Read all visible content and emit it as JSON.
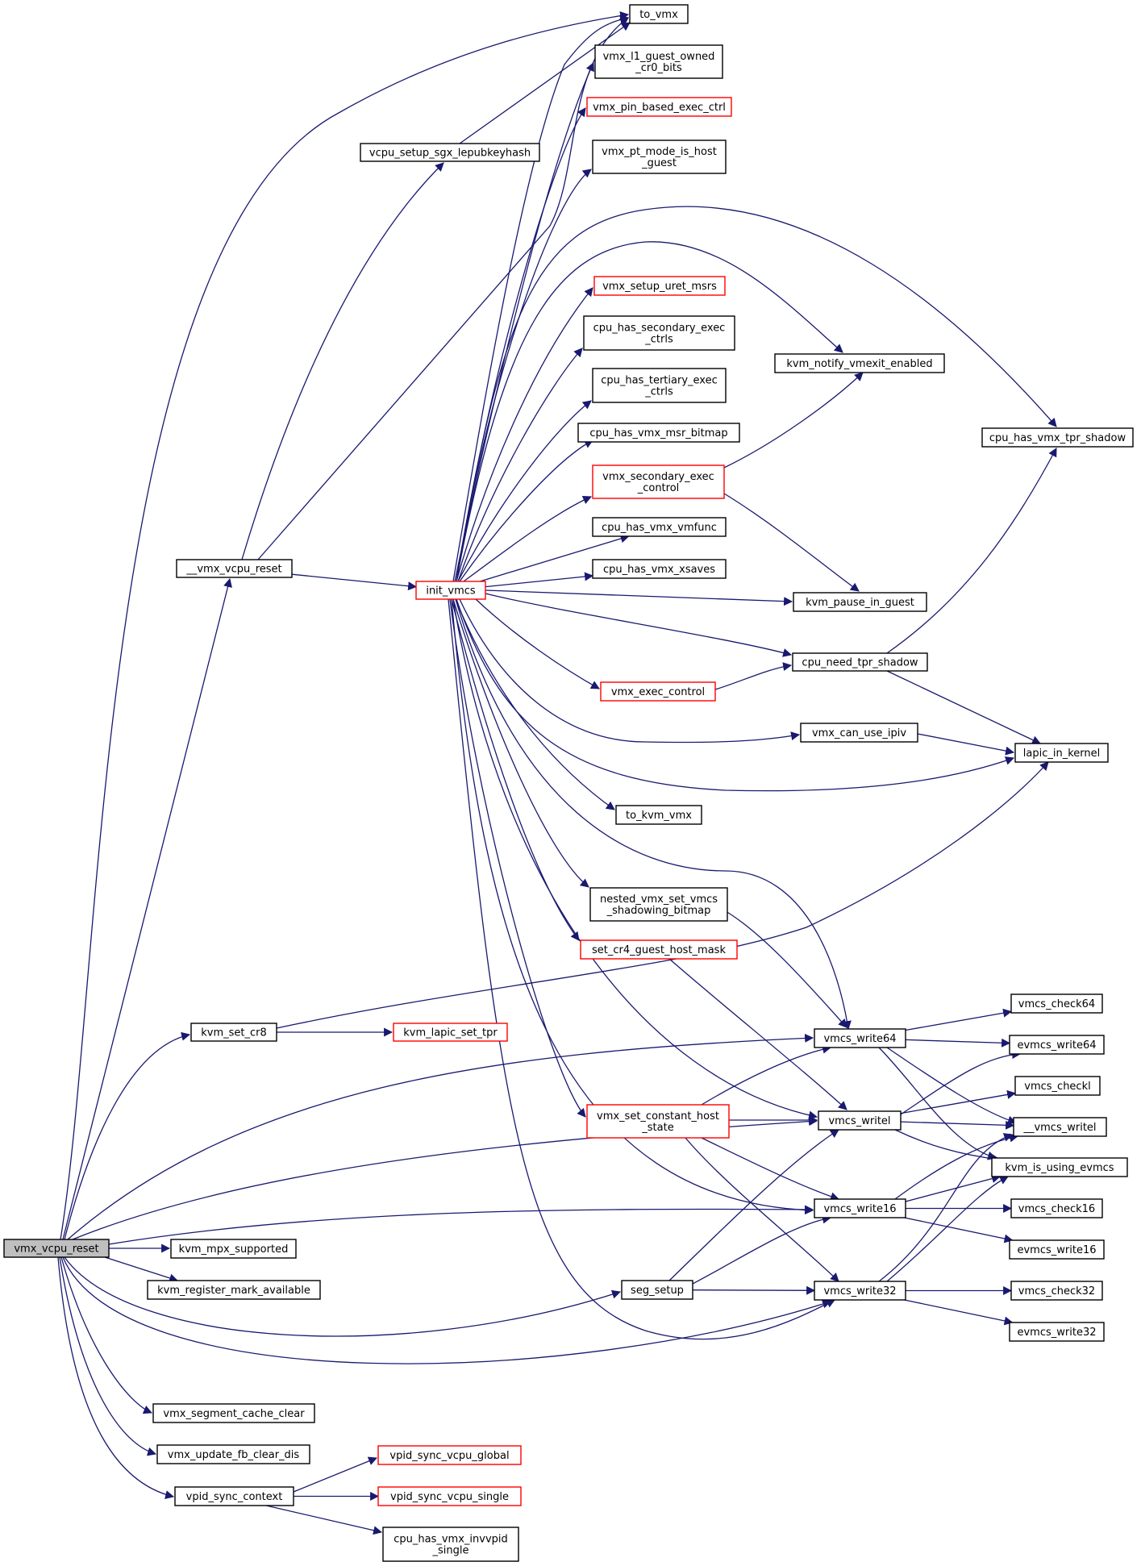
{
  "graph": {
    "root": "vmx_vcpu_reset",
    "nodes": [
      {
        "id": "vmx_vcpu_reset",
        "lines": [
          "vmx_vcpu_reset"
        ],
        "highlight": true
      },
      {
        "id": "__vmx_vcpu_reset",
        "lines": [
          "__vmx_vcpu_reset"
        ]
      },
      {
        "id": "vcpu_setup_sgx_lepubkeyhash",
        "lines": [
          "vcpu_setup_sgx_lepubkeyhash"
        ]
      },
      {
        "id": "to_vmx",
        "lines": [
          "to_vmx"
        ]
      },
      {
        "id": "vmx_l1_guest_owned_cr0_bits",
        "lines": [
          "vmx_l1_guest_owned",
          "_cr0_bits"
        ]
      },
      {
        "id": "vmx_pin_based_exec_ctrl",
        "lines": [
          "vmx_pin_based_exec_ctrl"
        ],
        "truncated": true
      },
      {
        "id": "vmx_pt_mode_is_host_guest",
        "lines": [
          "vmx_pt_mode_is_host",
          "_guest"
        ]
      },
      {
        "id": "vmx_setup_uret_msrs",
        "lines": [
          "vmx_setup_uret_msrs"
        ],
        "truncated": true
      },
      {
        "id": "cpu_has_secondary_exec_ctrls",
        "lines": [
          "cpu_has_secondary_exec",
          "_ctrls"
        ]
      },
      {
        "id": "cpu_has_tertiary_exec_ctrls",
        "lines": [
          "cpu_has_tertiary_exec",
          "_ctrls"
        ]
      },
      {
        "id": "cpu_has_vmx_msr_bitmap",
        "lines": [
          "cpu_has_vmx_msr_bitmap"
        ]
      },
      {
        "id": "vmx_secondary_exec_control",
        "lines": [
          "vmx_secondary_exec",
          "_control"
        ],
        "truncated": true
      },
      {
        "id": "cpu_has_vmx_vmfunc",
        "lines": [
          "cpu_has_vmx_vmfunc"
        ]
      },
      {
        "id": "cpu_has_vmx_xsaves",
        "lines": [
          "cpu_has_vmx_xsaves"
        ]
      },
      {
        "id": "init_vmcs",
        "lines": [
          "init_vmcs"
        ],
        "truncated": true
      },
      {
        "id": "kvm_notify_vmexit_enabled",
        "lines": [
          "kvm_notify_vmexit_enabled"
        ]
      },
      {
        "id": "cpu_has_vmx_tpr_shadow",
        "lines": [
          "cpu_has_vmx_tpr_shadow"
        ]
      },
      {
        "id": "kvm_pause_in_guest",
        "lines": [
          "kvm_pause_in_guest"
        ]
      },
      {
        "id": "cpu_need_tpr_shadow",
        "lines": [
          "cpu_need_tpr_shadow"
        ]
      },
      {
        "id": "vmx_exec_control",
        "lines": [
          "vmx_exec_control"
        ],
        "truncated": true
      },
      {
        "id": "vmx_can_use_ipiv",
        "lines": [
          "vmx_can_use_ipiv"
        ]
      },
      {
        "id": "lapic_in_kernel",
        "lines": [
          "lapic_in_kernel"
        ]
      },
      {
        "id": "to_kvm_vmx",
        "lines": [
          "to_kvm_vmx"
        ]
      },
      {
        "id": "nested_vmx_set_vmcs_shadowing_bitmap",
        "lines": [
          "nested_vmx_set_vmcs",
          "_shadowing_bitmap"
        ]
      },
      {
        "id": "set_cr4_guest_host_mask",
        "lines": [
          "set_cr4_guest_host_mask"
        ],
        "truncated": true
      },
      {
        "id": "kvm_set_cr8",
        "lines": [
          "kvm_set_cr8"
        ]
      },
      {
        "id": "kvm_lapic_set_tpr",
        "lines": [
          "kvm_lapic_set_tpr"
        ],
        "truncated": true
      },
      {
        "id": "vmcs_write64",
        "lines": [
          "vmcs_write64"
        ]
      },
      {
        "id": "vmcs_check64",
        "lines": [
          "vmcs_check64"
        ]
      },
      {
        "id": "evmcs_write64",
        "lines": [
          "evmcs_write64"
        ]
      },
      {
        "id": "vmx_set_constant_host_state",
        "lines": [
          "vmx_set_constant_host",
          "_state"
        ],
        "truncated": true
      },
      {
        "id": "vmcs_writel",
        "lines": [
          "vmcs_writel"
        ]
      },
      {
        "id": "vmcs_checkl",
        "lines": [
          "vmcs_checkl"
        ]
      },
      {
        "id": "__vmcs_writel",
        "lines": [
          "__vmcs_writel"
        ]
      },
      {
        "id": "kvm_is_using_evmcs",
        "lines": [
          "kvm_is_using_evmcs"
        ]
      },
      {
        "id": "vmcs_write16",
        "lines": [
          "vmcs_write16"
        ]
      },
      {
        "id": "vmcs_check16",
        "lines": [
          "vmcs_check16"
        ]
      },
      {
        "id": "evmcs_write16",
        "lines": [
          "evmcs_write16"
        ]
      },
      {
        "id": "kvm_mpx_supported",
        "lines": [
          "kvm_mpx_supported"
        ]
      },
      {
        "id": "kvm_register_mark_available",
        "lines": [
          "kvm_register_mark_available"
        ]
      },
      {
        "id": "seg_setup",
        "lines": [
          "seg_setup"
        ]
      },
      {
        "id": "vmcs_write32",
        "lines": [
          "vmcs_write32"
        ]
      },
      {
        "id": "vmcs_check32",
        "lines": [
          "vmcs_check32"
        ]
      },
      {
        "id": "evmcs_write32",
        "lines": [
          "evmcs_write32"
        ]
      },
      {
        "id": "vmx_segment_cache_clear",
        "lines": [
          "vmx_segment_cache_clear"
        ]
      },
      {
        "id": "vmx_update_fb_clear_dis",
        "lines": [
          "vmx_update_fb_clear_dis"
        ]
      },
      {
        "id": "vpid_sync_vcpu_global",
        "lines": [
          "vpid_sync_vcpu_global"
        ],
        "truncated": true
      },
      {
        "id": "vpid_sync_context",
        "lines": [
          "vpid_sync_context"
        ]
      },
      {
        "id": "vpid_sync_vcpu_single",
        "lines": [
          "vpid_sync_vcpu_single"
        ],
        "truncated": true
      },
      {
        "id": "cpu_has_vmx_invvpid_single",
        "lines": [
          "cpu_has_vmx_invvpid",
          "_single"
        ]
      }
    ],
    "edges": [
      [
        "vmx_vcpu_reset",
        "to_vmx"
      ],
      [
        "vmx_vcpu_reset",
        "__vmx_vcpu_reset"
      ],
      [
        "vmx_vcpu_reset",
        "kvm_set_cr8"
      ],
      [
        "vmx_vcpu_reset",
        "vmcs_write64"
      ],
      [
        "vmx_vcpu_reset",
        "vmcs_writel"
      ],
      [
        "vmx_vcpu_reset",
        "vmcs_write16"
      ],
      [
        "vmx_vcpu_reset",
        "kvm_mpx_supported"
      ],
      [
        "vmx_vcpu_reset",
        "kvm_register_mark_available"
      ],
      [
        "vmx_vcpu_reset",
        "seg_setup"
      ],
      [
        "vmx_vcpu_reset",
        "vmcs_write32"
      ],
      [
        "vmx_vcpu_reset",
        "vmx_segment_cache_clear"
      ],
      [
        "vmx_vcpu_reset",
        "vmx_update_fb_clear_dis"
      ],
      [
        "vmx_vcpu_reset",
        "vpid_sync_context"
      ],
      [
        "__vmx_vcpu_reset",
        "vcpu_setup_sgx_lepubkeyhash"
      ],
      [
        "__vmx_vcpu_reset",
        "to_vmx"
      ],
      [
        "__vmx_vcpu_reset",
        "init_vmcs"
      ],
      [
        "vcpu_setup_sgx_lepubkeyhash",
        "to_vmx"
      ],
      [
        "init_vmcs",
        "to_vmx"
      ],
      [
        "init_vmcs",
        "vmx_l1_guest_owned_cr0_bits"
      ],
      [
        "init_vmcs",
        "vmx_pin_based_exec_ctrl"
      ],
      [
        "init_vmcs",
        "vmx_pt_mode_is_host_guest"
      ],
      [
        "init_vmcs",
        "cpu_has_vmx_tpr_shadow"
      ],
      [
        "init_vmcs",
        "kvm_notify_vmexit_enabled"
      ],
      [
        "init_vmcs",
        "vmx_setup_uret_msrs"
      ],
      [
        "init_vmcs",
        "cpu_has_secondary_exec_ctrls"
      ],
      [
        "init_vmcs",
        "cpu_has_tertiary_exec_ctrls"
      ],
      [
        "init_vmcs",
        "cpu_has_vmx_msr_bitmap"
      ],
      [
        "init_vmcs",
        "vmx_secondary_exec_control"
      ],
      [
        "init_vmcs",
        "cpu_has_vmx_vmfunc"
      ],
      [
        "init_vmcs",
        "cpu_has_vmx_xsaves"
      ],
      [
        "init_vmcs",
        "kvm_pause_in_guest"
      ],
      [
        "init_vmcs",
        "cpu_need_tpr_shadow"
      ],
      [
        "init_vmcs",
        "vmx_exec_control"
      ],
      [
        "init_vmcs",
        "vmx_can_use_ipiv"
      ],
      [
        "init_vmcs",
        "lapic_in_kernel"
      ],
      [
        "init_vmcs",
        "to_kvm_vmx"
      ],
      [
        "init_vmcs",
        "nested_vmx_set_vmcs_shadowing_bitmap"
      ],
      [
        "init_vmcs",
        "set_cr4_guest_host_mask"
      ],
      [
        "init_vmcs",
        "vmx_set_constant_host_state"
      ],
      [
        "init_vmcs",
        "vmcs_write64"
      ],
      [
        "init_vmcs",
        "vmcs_writel"
      ],
      [
        "init_vmcs",
        "vmcs_write16"
      ],
      [
        "init_vmcs",
        "vmcs_write32"
      ],
      [
        "vmx_secondary_exec_control",
        "kvm_notify_vmexit_enabled"
      ],
      [
        "vmx_secondary_exec_control",
        "kvm_pause_in_guest"
      ],
      [
        "cpu_need_tpr_shadow",
        "cpu_has_vmx_tpr_shadow"
      ],
      [
        "cpu_need_tpr_shadow",
        "lapic_in_kernel"
      ],
      [
        "vmx_exec_control",
        "cpu_need_tpr_shadow"
      ],
      [
        "vmx_can_use_ipiv",
        "lapic_in_kernel"
      ],
      [
        "nested_vmx_set_vmcs_shadowing_bitmap",
        "vmcs_write64"
      ],
      [
        "set_cr4_guest_host_mask",
        "vmcs_writel"
      ],
      [
        "kvm_set_cr8",
        "lapic_in_kernel"
      ],
      [
        "kvm_set_cr8",
        "kvm_lapic_set_tpr"
      ],
      [
        "vmcs_write64",
        "vmcs_check64"
      ],
      [
        "vmcs_write64",
        "evmcs_write64"
      ],
      [
        "vmcs_write64",
        "__vmcs_writel"
      ],
      [
        "vmcs_write64",
        "kvm_is_using_evmcs"
      ],
      [
        "vmx_set_constant_host_state",
        "vmcs_write64"
      ],
      [
        "vmx_set_constant_host_state",
        "vmcs_writel"
      ],
      [
        "vmx_set_constant_host_state",
        "vmcs_write16"
      ],
      [
        "vmx_set_constant_host_state",
        "vmcs_write32"
      ],
      [
        "vmcs_writel",
        "evmcs_write64"
      ],
      [
        "vmcs_writel",
        "vmcs_checkl"
      ],
      [
        "vmcs_writel",
        "__vmcs_writel"
      ],
      [
        "vmcs_writel",
        "kvm_is_using_evmcs"
      ],
      [
        "vmcs_write16",
        "__vmcs_writel"
      ],
      [
        "vmcs_write16",
        "kvm_is_using_evmcs"
      ],
      [
        "vmcs_write16",
        "vmcs_check16"
      ],
      [
        "vmcs_write16",
        "evmcs_write16"
      ],
      [
        "seg_setup",
        "vmcs_writel"
      ],
      [
        "seg_setup",
        "vmcs_write16"
      ],
      [
        "seg_setup",
        "vmcs_write32"
      ],
      [
        "vmcs_write32",
        "__vmcs_writel"
      ],
      [
        "vmcs_write32",
        "kvm_is_using_evmcs"
      ],
      [
        "vmcs_write32",
        "vmcs_check32"
      ],
      [
        "vmcs_write32",
        "evmcs_write32"
      ],
      [
        "vpid_sync_context",
        "vpid_sync_vcpu_global"
      ],
      [
        "vpid_sync_context",
        "vpid_sync_vcpu_single"
      ],
      [
        "vpid_sync_context",
        "cpu_has_vmx_invvpid_single"
      ]
    ]
  }
}
